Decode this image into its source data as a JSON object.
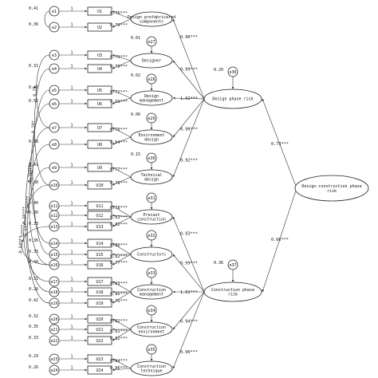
{
  "observed": [
    {
      "e": "e1",
      "u": "U1",
      "ev": "0.41",
      "ld": "0.76***"
    },
    {
      "e": "e2",
      "u": "U2",
      "ev": "0.36",
      "ld": "0.79***"
    },
    {
      "e": "e3",
      "u": "U3",
      "ev": "",
      "ld": "0.79***"
    },
    {
      "e": "e4",
      "u": "U4",
      "ev": "0.31",
      "ld": "0.79***"
    },
    {
      "e": "e5",
      "u": "U5",
      "ev": "0.47",
      "ld": "0.72***"
    },
    {
      "e": "e6",
      "u": "U6",
      "ev": "0.52",
      "ld": "0.69***"
    },
    {
      "e": "e7",
      "u": "U7",
      "ev": "",
      "ld": "0.70***"
    },
    {
      "e": "e8",
      "u": "U8",
      "ev": "0.38",
      "ld": "0.84***"
    },
    {
      "e": "e9",
      "u": "U9",
      "ev": "0.41",
      "ld": "0.77***"
    },
    {
      "e": "e10",
      "u": "U10",
      "ev": "0.38",
      "ld": "0.78***"
    },
    {
      "e": "e11",
      "u": "U11",
      "ev": "0.40",
      "ld": "0.78***"
    },
    {
      "e": "e12",
      "u": "U12",
      "ev": "0.30",
      "ld": "0.83***"
    },
    {
      "e": "e13",
      "u": "U13",
      "ev": "0.33",
      "ld": "0.82***"
    },
    {
      "e": "e14",
      "u": "U14",
      "ev": "0.36",
      "ld": "0.80***"
    },
    {
      "e": "e15",
      "u": "U15",
      "ev": "0.33",
      "ld": "0.82***"
    },
    {
      "e": "e16",
      "u": "U16",
      "ev": "0.40",
      "ld": "0.77***"
    },
    {
      "e": "e17",
      "u": "U17",
      "ev": "0.31",
      "ld": "0.83***"
    },
    {
      "e": "e18",
      "u": "U18",
      "ev": "0.26",
      "ld": "0.86***"
    },
    {
      "e": "e19",
      "u": "U19",
      "ev": "0.42",
      "ld": "0.76***"
    },
    {
      "e": "e20",
      "u": "U20",
      "ev": "0.32",
      "ld": "0.82***"
    },
    {
      "e": "e21",
      "u": "U21",
      "ev": "0.35",
      "ld": "0.81***"
    },
    {
      "e": "e22",
      "u": "U22",
      "ev": "0.33",
      "ld": "0.82***"
    },
    {
      "e": "e23",
      "u": "U23",
      "ev": "0.29",
      "ld": "0.84***"
    },
    {
      "e": "e24",
      "u": "U24",
      "ev": "0.26",
      "ld": "0.86***"
    }
  ],
  "first_order": [
    {
      "name": "Design prefabricated components",
      "err": "",
      "ev": "",
      "path": "0.90***"
    },
    {
      "name": "Designer",
      "err": "e27",
      "ev": "0.01",
      "path": "0.99***"
    },
    {
      "name": "Design management",
      "err": "e28",
      "ev": "0.02",
      "path": "1.02***"
    },
    {
      "name": "Environment design",
      "err": "e29",
      "ev": "0.06",
      "path": "0.90***"
    },
    {
      "name": "Technical design",
      "err": "e30",
      "ev": "0.15",
      "path": "0.92***"
    },
    {
      "name": "Precast construction",
      "err": "e31",
      "ev": "",
      "path": "0.93***"
    },
    {
      "name": "Constructors",
      "err": "e32",
      "ev": "",
      "path": "0.99***"
    },
    {
      "name": "Construction management",
      "err": "e33",
      "ev": "",
      "path": "1.01***"
    },
    {
      "name": "Construction environment",
      "err": "e34",
      "ev": "",
      "path": "0.94***"
    },
    {
      "name": "Construction technique",
      "err": "e35",
      "ev": "",
      "path": "0.90***"
    }
  ],
  "second_order": [
    {
      "name": "Design phase risk",
      "err": "e36",
      "ev": "0.20",
      "path": "0.73***"
    },
    {
      "name": "Construction phase risk",
      "err": "e37",
      "ev": "0.36",
      "path": "0.66***"
    }
  ],
  "third_order": {
    "name": "Design-construction phase risk"
  },
  "covariances": [
    "0.29",
    "0.19*",
    "-0.32***",
    "0.31***",
    "0.26***",
    "0.11*",
    "0.26***",
    "0.52***",
    "-0.64***"
  ]
}
